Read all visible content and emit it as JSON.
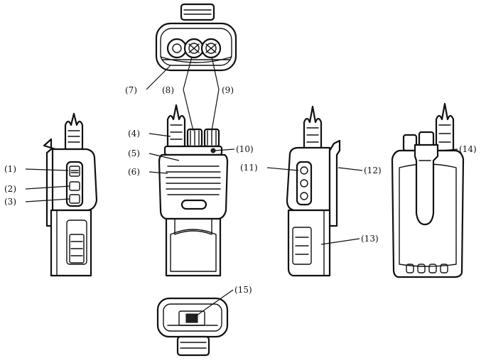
{
  "callouts": [
    "(1)",
    "(2)",
    "(3)",
    "(4)",
    "(5)",
    "(6)",
    "(7)",
    "(8)",
    "(9)",
    "(10)",
    "(11)",
    "(12)",
    "(13)",
    "(14)",
    "(15)"
  ],
  "colors": {
    "line": "#111111",
    "background": "#ffffff"
  }
}
